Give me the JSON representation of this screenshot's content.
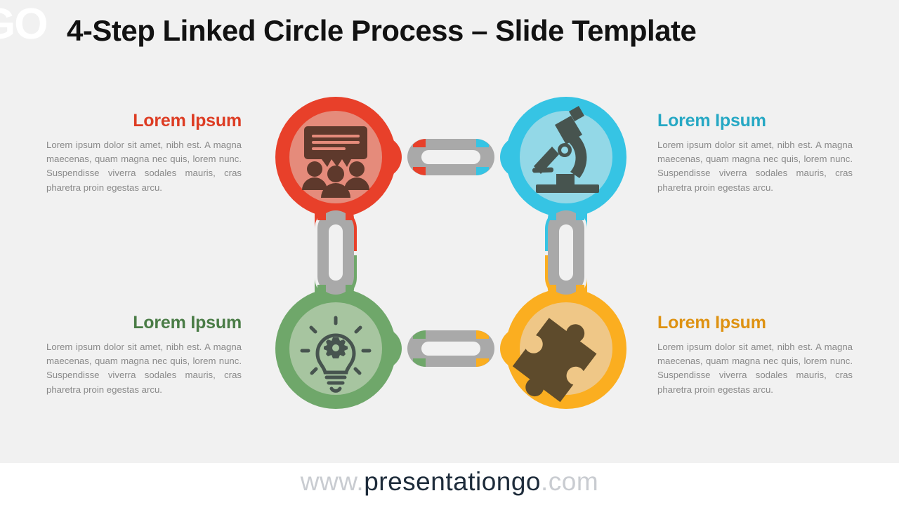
{
  "watermark": {
    "text": "GO"
  },
  "header": {
    "title": "4-Step Linked Circle Process – Slide Template"
  },
  "footer": {
    "prefix": "www.",
    "brand": "presentationgo",
    "suffix": ".com"
  },
  "body_text": "Lorem ipsum dolor sit amet, nibh est. A magna maecenas, quam magna nec quis, lorem nunc. Suspendisse viverra sodales mauris, cras pharetra proin egestas arcu.",
  "steps": [
    {
      "id": "step-1",
      "position": "top-left",
      "heading": "Lorem Ipsum",
      "body": "Lorem ipsum dolor sit amet, nibh est. A magna maecenas, quam magna nec quis, lorem nunc. Suspendisse viverra sodales mauris, cras pharetra proin egestas arcu.",
      "icon": "meeting-presentation-icon",
      "ring_color": "#E8402A",
      "fill_color": "#E58B7B",
      "heading_color": "#DD3C23",
      "icon_color": "#5E392C"
    },
    {
      "id": "step-2",
      "position": "top-right",
      "heading": "Lorem Ipsum",
      "body": "Lorem ipsum dolor sit amet, nibh est. A magna maecenas, quam magna nec quis, lorem nunc. Suspendisse viverra sodales mauris, cras pharetra proin egestas arcu.",
      "icon": "microscope-icon",
      "ring_color": "#36C4E4",
      "fill_color": "#93D8E7",
      "heading_color": "#26A8C4",
      "icon_color": "#47544F"
    },
    {
      "id": "step-3",
      "position": "bottom-left",
      "heading": "Lorem Ipsum",
      "body": "Lorem ipsum dolor sit amet, nibh est. A magna maecenas, quam magna nec quis, lorem nunc. Suspendisse viverra sodales mauris, cras pharetra proin egestas arcu.",
      "icon": "lightbulb-gear-icon",
      "ring_color": "#6FA76A",
      "fill_color": "#A7C5A0",
      "heading_color": "#4A7C46",
      "icon_color": "#47544F"
    },
    {
      "id": "step-4",
      "position": "bottom-right",
      "heading": "Lorem Ipsum",
      "body": "Lorem ipsum dolor sit amet, nibh est. A magna maecenas, quam magna nec quis, lorem nunc. Suspendisse viverra sodales mauris, cras pharetra proin egestas arcu.",
      "icon": "puzzle-piece-icon",
      "ring_color": "#FBAE20",
      "fill_color": "#EFC787",
      "heading_color": "#DE9212",
      "icon_color": "#5E4B2C"
    }
  ],
  "connectors": [
    {
      "id": "connector-top",
      "from": "step-1",
      "to": "step-2",
      "orientation": "horizontal",
      "link_color": "#A9A9A9"
    },
    {
      "id": "connector-left",
      "from": "step-1",
      "to": "step-3",
      "orientation": "vertical",
      "link_color": "#A9A9A9"
    },
    {
      "id": "connector-right",
      "from": "step-2",
      "to": "step-4",
      "orientation": "vertical",
      "link_color": "#A9A9A9"
    },
    {
      "id": "connector-bottom",
      "from": "step-3",
      "to": "step-4",
      "orientation": "horizontal",
      "link_color": "#A9A9A9"
    }
  ],
  "colors": {
    "background": "#F1F1F1",
    "footer_band": "#FFFFFF",
    "title": "#121212",
    "body_text": "#8A8A8A",
    "chain": "#A9A9A9"
  }
}
